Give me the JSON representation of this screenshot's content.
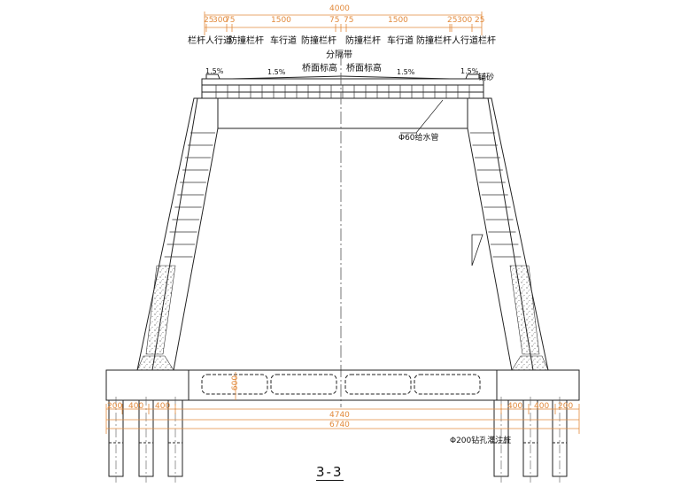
{
  "dims_top": {
    "overall": "4000",
    "seg": [
      "25",
      "300",
      "75",
      "1500",
      "75",
      "75",
      "1500",
      "25",
      "300",
      "25"
    ]
  },
  "labels_top": {
    "railing": "栏杆",
    "sidewalk": "人行道",
    "crash_barrier": "防撞栏杆",
    "roadway": "车行道",
    "median": "分隔带",
    "deck_elevation": "桥面标高",
    "slope": "1.5%",
    "sand": "铺砂",
    "water_pipe": "Φ60给水管"
  },
  "dims_bottom": {
    "segs_left": [
      "200",
      "400",
      "400"
    ],
    "segs_right": [
      "400",
      "400",
      "200"
    ],
    "inner": "4740",
    "overall": "6740"
  },
  "labels_bottom": {
    "beam_height": "600",
    "piles": "Φ200钻孔灌注桩"
  },
  "section_title": "3-3"
}
